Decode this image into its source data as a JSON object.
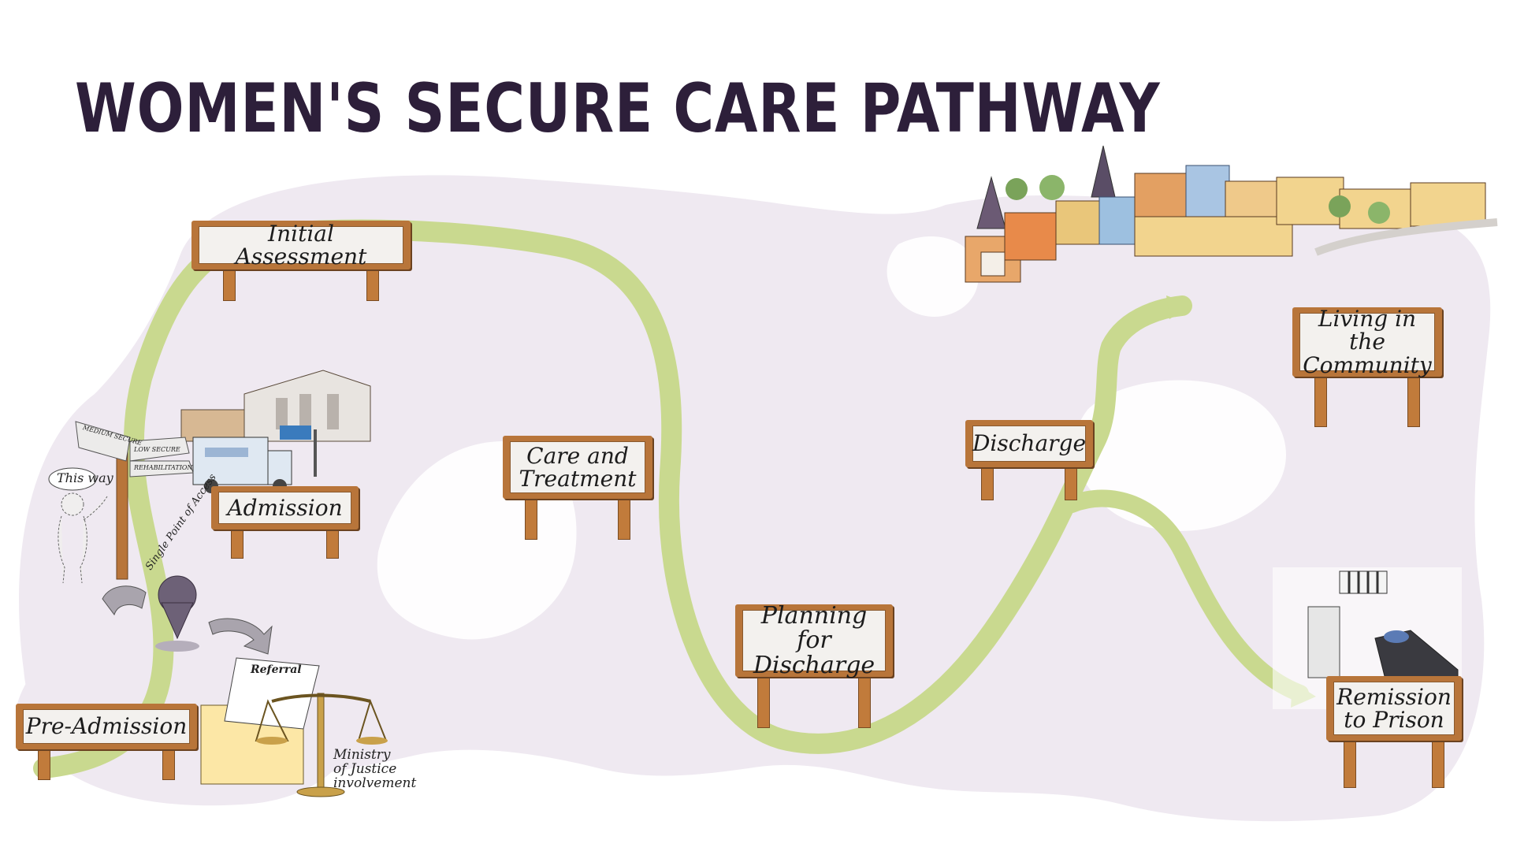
{
  "title": "WOMEN'S SECURE CARE PATHWAY",
  "signs": {
    "initial_assessment": "Initial Assessment",
    "admission": "Admission",
    "care_and_treatment": "Care and\nTreatment",
    "planning_for_discharge": "Planning for\nDischarge",
    "discharge": "Discharge",
    "living_in_community": "Living in the\nCommunity",
    "remission_to_prison": "Remission\nto Prison",
    "pre_admission": "Pre-Admission"
  },
  "annotations": {
    "this_way": "This way",
    "single_point_of_access": "Single Point of Access",
    "referral": "Referral",
    "ministry_of_justice": "Ministry\nof Justice\ninvolvement",
    "signpost_1": "MEDIUM SECURE",
    "signpost_2": "LOW SECURE",
    "signpost_3": "REHABILITATION"
  },
  "colors": {
    "title": "#2d1f3a",
    "path": "#c9d98f",
    "background_blob": "#efe9f1",
    "sign_wood": "#b8753a",
    "sign_face": "#f3f1ee"
  }
}
